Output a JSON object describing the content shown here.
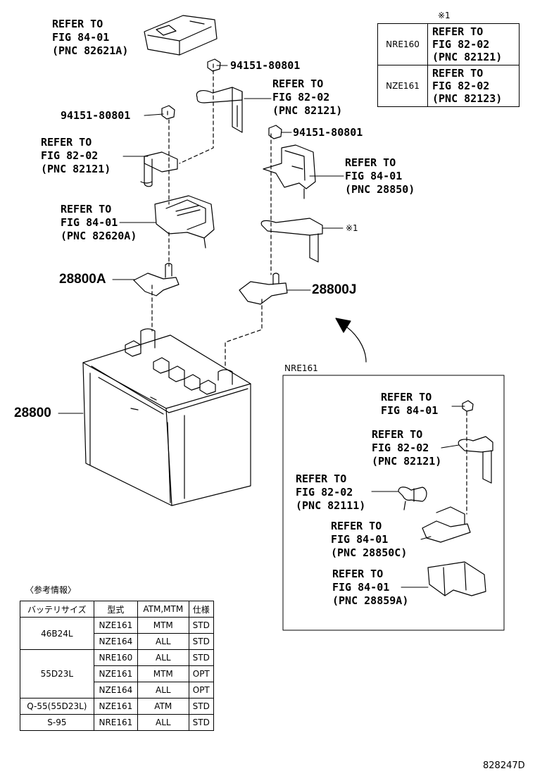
{
  "diagram_id": "828247D",
  "note_symbol": "※1",
  "refs": {
    "r1": {
      "line1": "REFER TO",
      "line2": "FIG 84-01",
      "line3": "(PNC 82621A)"
    },
    "r2": {
      "line1": "REFER TO",
      "line2": "FIG 82-02",
      "line3": "(PNC 82121)"
    },
    "r3": {
      "line1": "REFER TO",
      "line2": "FIG 82-02",
      "line3": "(PNC 82121)"
    },
    "r4": {
      "line1": "REFER TO",
      "line2": "FIG 84-01",
      "line3": "(PNC 28850)"
    },
    "r5": {
      "line1": "REFER TO",
      "line2": "FIG 84-01",
      "line3": "(PNC 82620A)"
    },
    "i1": {
      "line1": "REFER TO",
      "line2": "FIG 84-01"
    },
    "i2": {
      "line1": "REFER TO",
      "line2": "FIG 82-02",
      "line3": "(PNC 82121)"
    },
    "i3": {
      "line1": "REFER TO",
      "line2": "FIG 82-02",
      "line3": "(PNC 82111)"
    },
    "i4": {
      "line1": "REFER TO",
      "line2": "FIG 84-01",
      "line3": "(PNC 28850C)"
    },
    "i5": {
      "line1": "REFER TO",
      "line2": "FIG 84-01",
      "line3": "(PNC 28859A)"
    }
  },
  "parts": {
    "nut1": "94151-80801",
    "nut2": "94151-80801",
    "nut3": "94151-80801",
    "terminal_a": "28800A",
    "terminal_j": "28800J",
    "battery": "28800",
    "note_callout": "※1"
  },
  "inset_title": "NRE161",
  "note_table": {
    "header": "※1",
    "rows": [
      {
        "model": "NRE160",
        "line1": "REFER TO",
        "line2": "FIG 82-02",
        "line3": "(PNC 82121)"
      },
      {
        "model": "NZE161",
        "line1": "REFER TO",
        "line2": "FIG 82-02",
        "line3": "(PNC 82123)"
      }
    ]
  },
  "ref_table": {
    "title": "〈参考情報〉",
    "headers": [
      "バッテリサイズ",
      "型式",
      "ATM,MTM",
      "仕様"
    ],
    "groups": [
      {
        "size": "46B24L",
        "rows": [
          [
            "NZE161",
            "MTM",
            "STD"
          ],
          [
            "NZE164",
            "ALL",
            "STD"
          ]
        ]
      },
      {
        "size": "55D23L",
        "rows": [
          [
            "NRE160",
            "ALL",
            "STD"
          ],
          [
            "NZE161",
            "MTM",
            "OPT"
          ],
          [
            "NZE164",
            "ALL",
            "OPT"
          ]
        ]
      },
      {
        "size": "Q-55(55D23L)",
        "rows": [
          [
            "NZE161",
            "ATM",
            "STD"
          ]
        ]
      },
      {
        "size": "S-95",
        "rows": [
          [
            "NRE161",
            "ALL",
            "STD"
          ]
        ]
      }
    ]
  }
}
